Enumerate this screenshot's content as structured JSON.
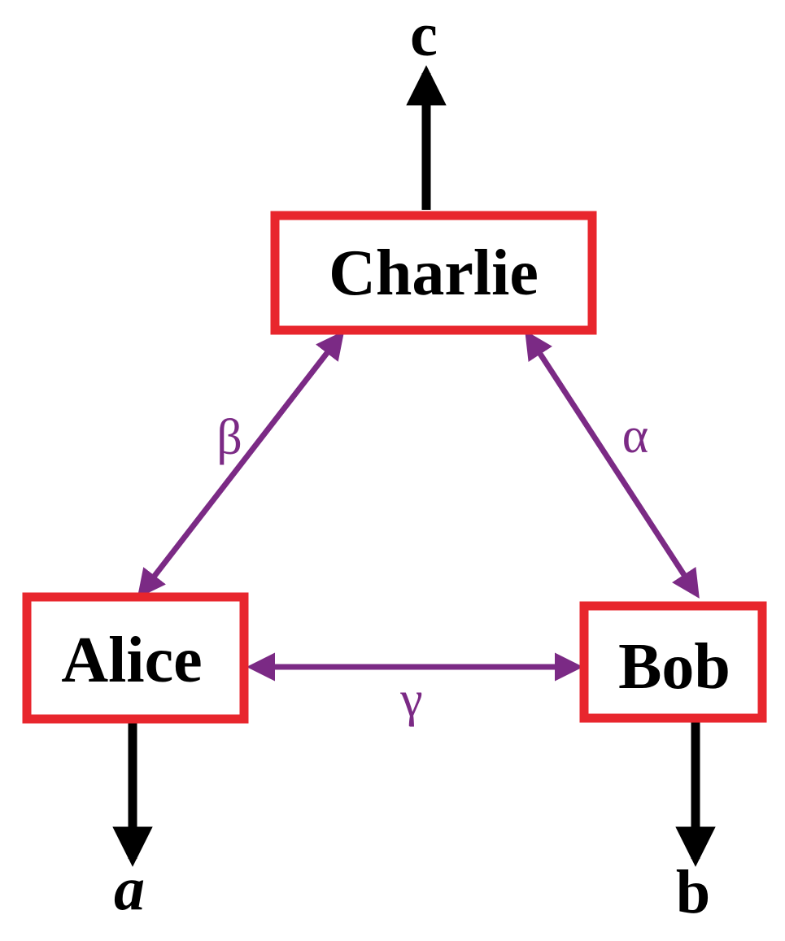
{
  "nodes": {
    "charlie": {
      "label": "Charlie"
    },
    "alice": {
      "label": "Alice"
    },
    "bob": {
      "label": "Bob"
    }
  },
  "links": {
    "beta": {
      "label": "β"
    },
    "alpha": {
      "label": "α"
    },
    "gamma": {
      "label": "γ"
    }
  },
  "outputs": {
    "c": {
      "label": "c"
    },
    "a": {
      "label": "a"
    },
    "b": {
      "label": "b"
    }
  },
  "colors": {
    "box_border": "#e8262d",
    "link": "#7b2a85",
    "output_arrow": "#000000",
    "text": "#000000",
    "background": "#ffffff"
  }
}
